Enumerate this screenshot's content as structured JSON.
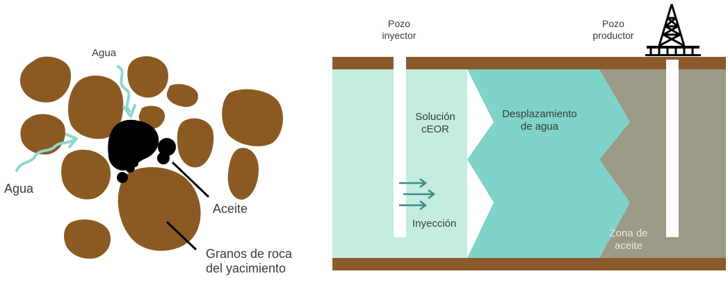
{
  "colors": {
    "rock": "#8a5a22",
    "oil": "#000000",
    "water_arrow": "#8ed8cc",
    "band_brown": "#8b5a2b",
    "zone_light": "#c4ede2",
    "zone_mid": "#a6e6da",
    "zone_teal": "#7fd3c8",
    "zone_oil": "#9a9a86",
    "injection_arrows": "#3e8a86"
  },
  "pore_diagram": {
    "water_top_label": "Agua",
    "water_left_label": "Agua",
    "oil_label": "Aceite",
    "rock_grains_label": [
      "Granos de roca",
      "del yacimiento"
    ]
  },
  "reservoir": {
    "injector_well_label": [
      "Pozo",
      "inyector"
    ],
    "producer_well_label": [
      "Pozo",
      "productor"
    ],
    "ceor_solution_label": [
      "Solución",
      "cEOR"
    ],
    "water_displacement_label": [
      "Desplazamiento",
      "de agua"
    ],
    "injection_label": "Inyección",
    "oil_zone_label": [
      "Zona de",
      "aceite"
    ],
    "derrick_icon": "oil-derrick-icon"
  }
}
